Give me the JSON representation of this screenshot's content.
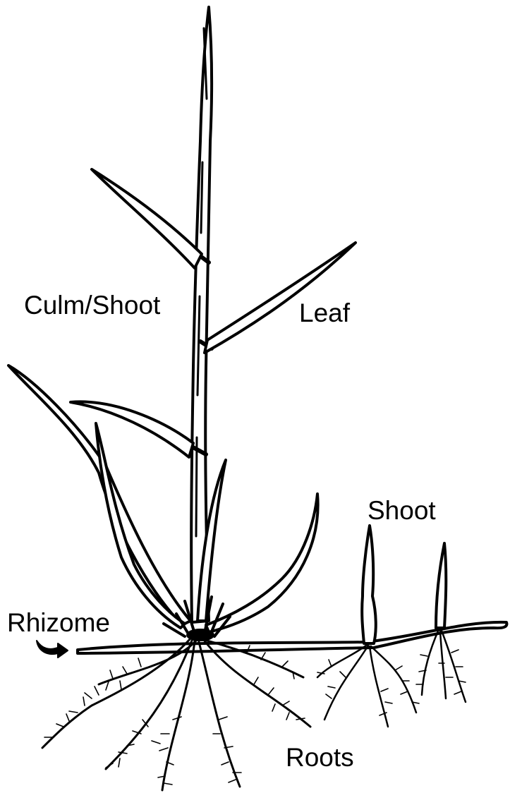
{
  "labels": {
    "culm_shoot": "Culm/Shoot",
    "leaf": "Leaf",
    "shoot": "Shoot",
    "rhizome": "Rhizome",
    "roots": "Roots"
  },
  "colors": {
    "ink": "#000000",
    "background": "#ffffff"
  },
  "icons": {
    "rhizome_pointer": "curved-arrow-right-icon"
  }
}
